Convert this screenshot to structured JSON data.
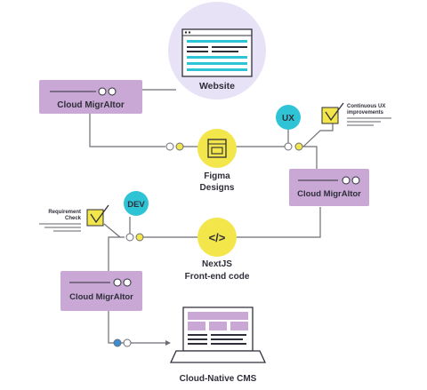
{
  "nodes": {
    "website": {
      "label": "Website"
    },
    "migrator_top": {
      "label": "Cloud MigrAItor"
    },
    "migrator_mid": {
      "label": "Cloud MigrAItor"
    },
    "migrator_bottom": {
      "label": "Cloud MigrAItor"
    },
    "figma": {
      "label_line1": "Figma",
      "label_line2": "Designs"
    },
    "nextjs": {
      "label_line1": "NextJS",
      "label_line2": "Front-end code"
    },
    "cms": {
      "label": "Cloud-Native CMS"
    },
    "ux_badge": {
      "label": "UX"
    },
    "dev_badge": {
      "label": "DEV"
    },
    "ux_note": {
      "line1": "Continuous UX",
      "line2": "improvements"
    },
    "req_note": {
      "line1": "Requirement",
      "line2": "Check"
    }
  },
  "colors": {
    "purple": "#c9a8d6",
    "yellow": "#f2e64b",
    "teal": "#2ec4d6",
    "ink": "#2f2f3a",
    "lavender": "#e7e2f5",
    "circle_blue": "#3a8fd4"
  }
}
